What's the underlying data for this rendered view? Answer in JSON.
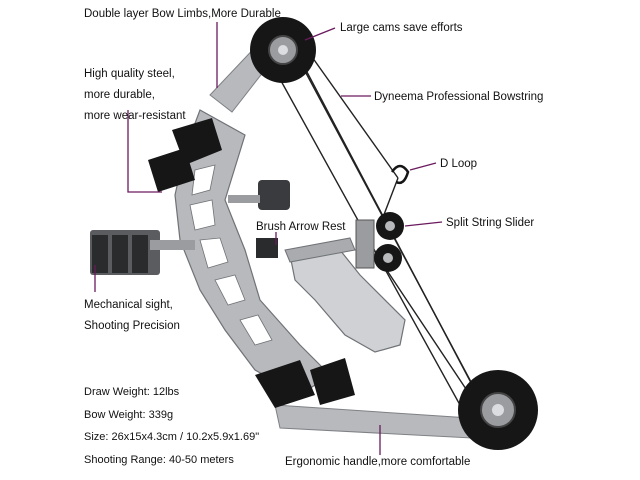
{
  "callouts": {
    "limbs": "Double layer Bow Limbs,More Durable",
    "cams": "Large cams save efforts",
    "steel_1": "High quality steel,",
    "steel_2": "more durable,",
    "steel_3": "more wear-resistant",
    "bowstring": "Dyneema Professional Bowstring",
    "d_loop": "D Loop",
    "slider": "Split String Slider",
    "arrow_rest": "Brush Arrow Rest",
    "sight_1": "Mechanical sight,",
    "sight_2": "Shooting Precision",
    "handle": "Ergonomic handle,more comfortable"
  },
  "specs": {
    "draw_weight": "Draw Weight: 12lbs",
    "bow_weight": "Bow Weight: 339g",
    "size": "Size: 26x15x4.3cm / 10.2x5.9x1.69\"",
    "range": "Shooting Range: 40-50 meters"
  },
  "colors": {
    "leader_line": "#6a1a5e",
    "metal": "#b7b9bc",
    "dark_metal": "#6f7276",
    "black_part": "#161616",
    "string": "#222222"
  }
}
